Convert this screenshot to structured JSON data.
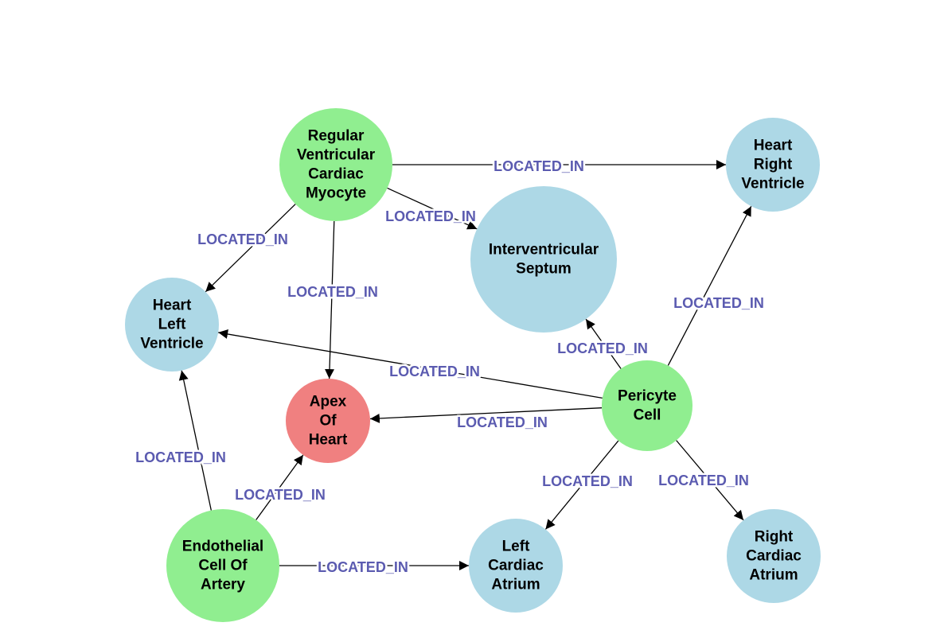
{
  "colors": {
    "cell_node": "#90ee90",
    "anatomy_node": "#add8e6",
    "focus_node": "#f08080",
    "edge": "#000000",
    "edge_label": "#5b5bb0"
  },
  "nodes": [
    {
      "id": "rvcm",
      "lines": [
        "Regular",
        "Ventricular",
        "Cardiac",
        "Myocyte"
      ],
      "kind": "cell"
    },
    {
      "id": "hrv",
      "lines": [
        "Heart",
        "Right",
        "Ventricle"
      ],
      "kind": "anatomy"
    },
    {
      "id": "ivs",
      "lines": [
        "Interventricular",
        "Septum"
      ],
      "kind": "anatomy"
    },
    {
      "id": "hlv",
      "lines": [
        "Heart",
        "Left",
        "Ventricle"
      ],
      "kind": "anatomy"
    },
    {
      "id": "aoh",
      "lines": [
        "Apex",
        "Of",
        "Heart"
      ],
      "kind": "focus"
    },
    {
      "id": "pc",
      "lines": [
        "Pericyte",
        "Cell"
      ],
      "kind": "cell"
    },
    {
      "id": "eca",
      "lines": [
        "Endothelial",
        "Cell Of",
        "Artery"
      ],
      "kind": "cell"
    },
    {
      "id": "lca",
      "lines": [
        "Left",
        "Cardiac",
        "Atrium"
      ],
      "kind": "anatomy"
    },
    {
      "id": "rca",
      "lines": [
        "Right",
        "Cardiac",
        "Atrium"
      ],
      "kind": "anatomy"
    }
  ],
  "edges": [
    {
      "source": "rvcm",
      "target": "hrv",
      "label": "LOCATED_IN"
    },
    {
      "source": "rvcm",
      "target": "ivs",
      "label": "LOCATED_IN"
    },
    {
      "source": "rvcm",
      "target": "hlv",
      "label": "LOCATED_IN"
    },
    {
      "source": "rvcm",
      "target": "aoh",
      "label": "LOCATED_IN"
    },
    {
      "source": "pc",
      "target": "hrv",
      "label": "LOCATED_IN"
    },
    {
      "source": "pc",
      "target": "ivs",
      "label": "LOCATED_IN"
    },
    {
      "source": "pc",
      "target": "hlv",
      "label": "LOCATED_IN"
    },
    {
      "source": "pc",
      "target": "aoh",
      "label": "LOCATED_IN"
    },
    {
      "source": "pc",
      "target": "lca",
      "label": "LOCATED_IN"
    },
    {
      "source": "pc",
      "target": "rca",
      "label": "LOCATED_IN"
    },
    {
      "source": "eca",
      "target": "hlv",
      "label": "LOCATED_IN"
    },
    {
      "source": "eca",
      "target": "aoh",
      "label": "LOCATED_IN"
    },
    {
      "source": "eca",
      "target": "lca",
      "label": "LOCATED_IN"
    }
  ]
}
